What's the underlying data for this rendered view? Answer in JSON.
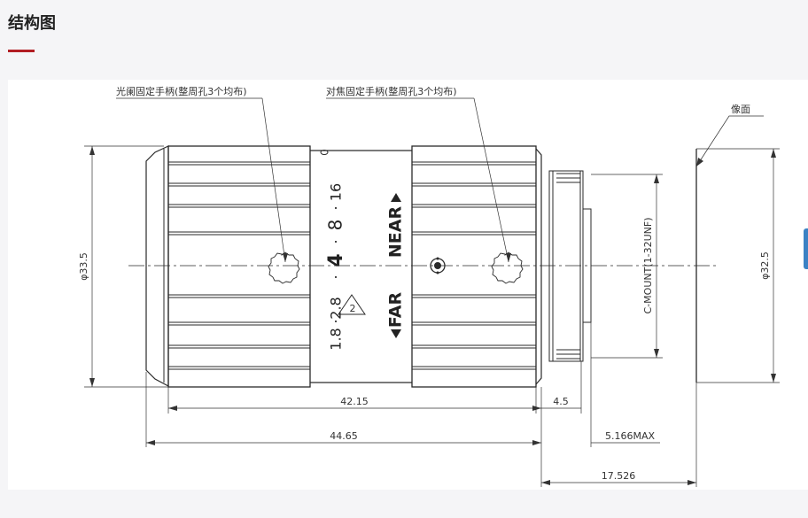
{
  "section": {
    "title": "结构图"
  },
  "drawing": {
    "callout_aperture": "光阑固定手柄(整周孔3个均布)",
    "callout_focus": "对焦固定手柄(整周孔3个均布)",
    "callout_image_plane": "像面",
    "aperture_scale": [
      "1.8",
      "2.8",
      "4",
      "8",
      "16"
    ],
    "warning_symbol": "2",
    "focus_near": "NEAR",
    "focus_far": "FAR",
    "mount_label": "C-MOUNT(1-32UNF)",
    "dim_front_diameter": "φ33.5",
    "dim_rear_diameter": "φ32.5",
    "dim_body_length": "42.15",
    "dim_flange_offset": "4.5",
    "dim_total_length": "44.65",
    "dim_max_protrusion": "5.166MAX",
    "dim_back_focus": "17.526"
  }
}
